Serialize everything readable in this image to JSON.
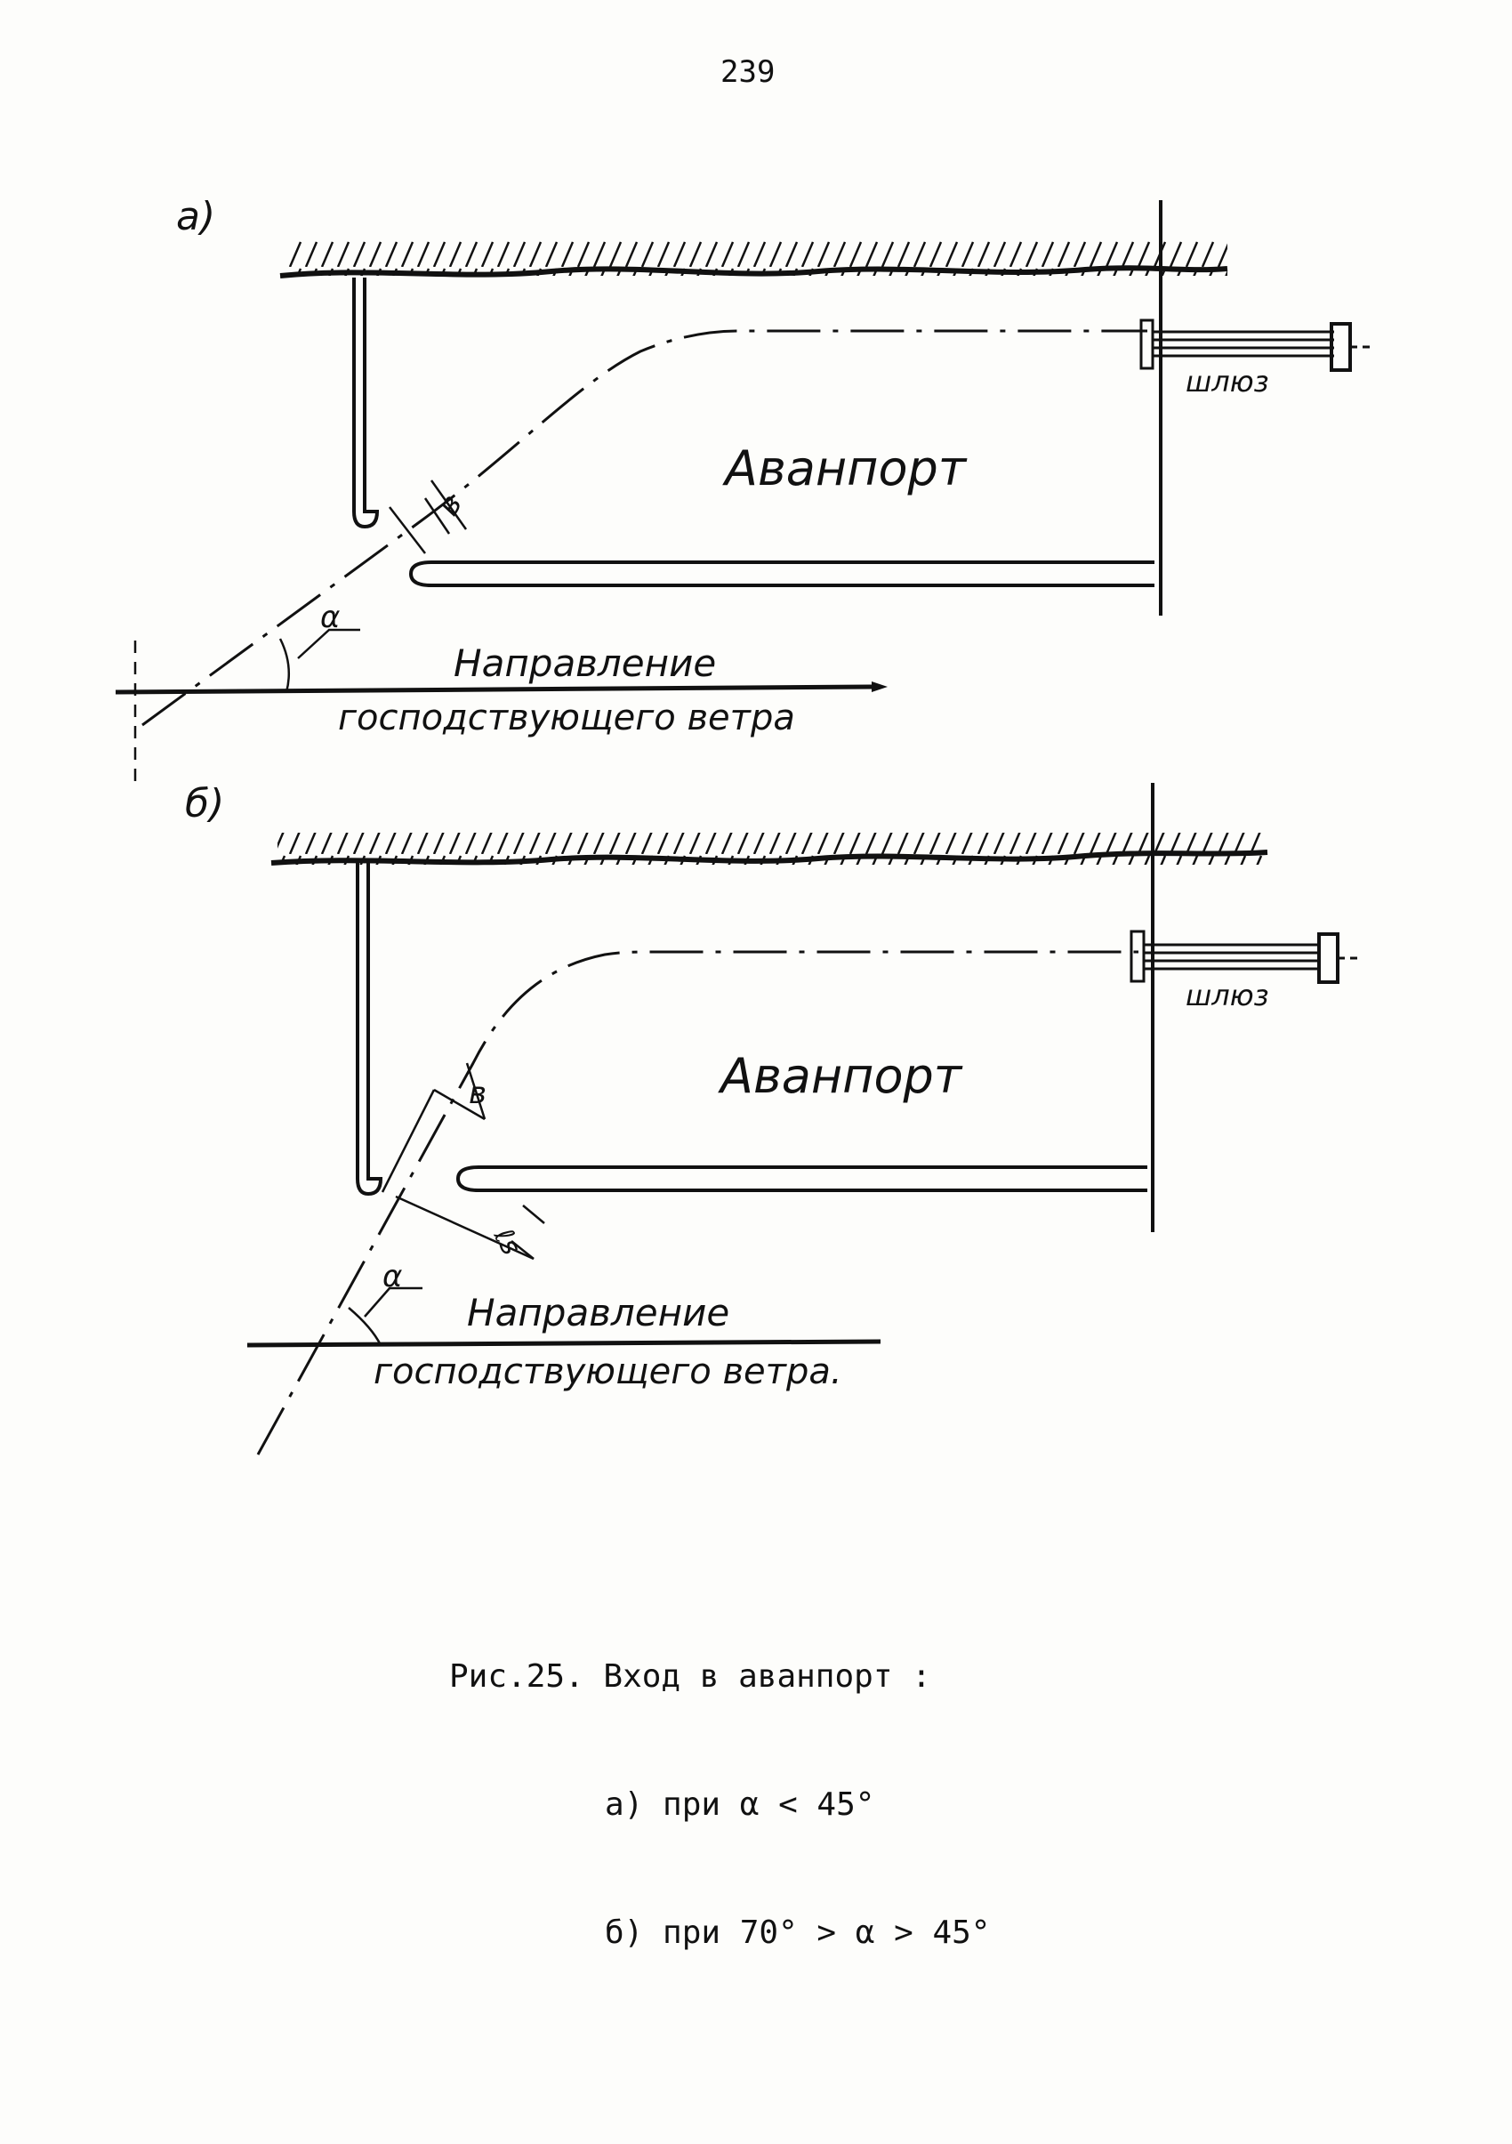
{
  "page_number": "239",
  "figures": [
    {
      "label": "а)",
      "title": "Аванпорт",
      "lock_label": "шлюз",
      "gap_label": "в",
      "angle_label": "α",
      "wind_label_line1": "Направление",
      "wind_label_line2": "господствующего ветра"
    },
    {
      "label": "б)",
      "title": "Аванпорт",
      "lock_label": "шлюз",
      "gap_label": "в",
      "extra_label": "ℓs",
      "angle_label": "α",
      "wind_label_line1": "Направление",
      "wind_label_line2": "господствующего ветра."
    }
  ],
  "caption": {
    "title": "Рис.25. Вход в аванпорт :",
    "line_a": "а) при α < 45°",
    "line_b": "б) при 70° > α > 45°"
  }
}
